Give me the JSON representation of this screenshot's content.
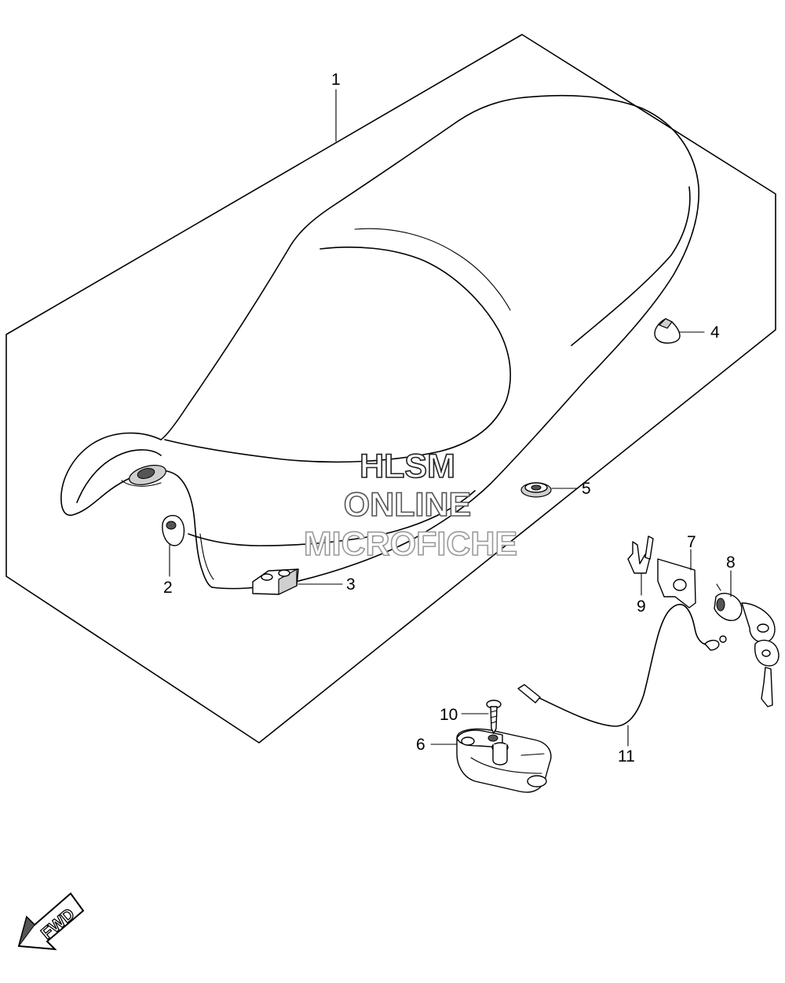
{
  "callouts": {
    "p1": "1",
    "p2": "2",
    "p3": "3",
    "p4": "4",
    "p5": "5",
    "p6": "6",
    "p7": "7",
    "p8": "8",
    "p9": "9",
    "p10": "10",
    "p11": "11"
  },
  "watermark": {
    "line1": "HLSM",
    "line2": "ONLINE",
    "line3": "MICROFICHE",
    "color1": "#222222",
    "color2": "#555555",
    "color3": "#999999"
  },
  "fwd_arrow": {
    "text": "FWD"
  }
}
